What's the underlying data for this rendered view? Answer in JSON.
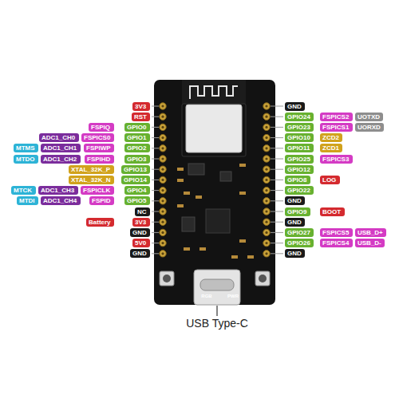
{
  "diagram": {
    "nodes": [
      {
        "text": [
          "3V3"
        ]
      },
      {
        "text": [
          "GND"
        ]
      },
      {
        "text": [
          "RST"
        ]
      },
      {
        "text": [
          "GPIO24"
        ]
      },
      {
        "text": [
          "FSPICS2"
        ]
      },
      {
        "text": [
          "UOTXD"
        ]
      },
      {
        "text": [
          "FSPIQ"
        ]
      },
      {
        "text": [
          "GPIO0"
        ]
      },
      {
        "text": [
          "GPIO23"
        ]
      },
      {
        "text": [
          "FSPICS1"
        ]
      },
      {
        "text": [
          "UORXD"
        ]
      },
      {
        "text": [
          "ADC1_CH0"
        ]
      },
      {
        "text": [
          "FSPICS0"
        ]
      },
      {
        "text": [
          "GPIO1"
        ]
      },
      {
        "text": [
          "GPIO10"
        ]
      },
      {
        "text": [
          "ZCD2"
        ]
      },
      {
        "text": [
          "MTMS"
        ]
      },
      {
        "text": [
          "ADC1_CH1"
        ]
      },
      {
        "text": [
          "FSPIWP"
        ]
      },
      {
        "text": [
          "GPIO2"
        ]
      },
      {
        "text": [
          "GPIO11"
        ]
      },
      {
        "text": [
          "ZCD1"
        ]
      },
      {
        "text": [
          "MTDO"
        ]
      },
      {
        "text": [
          "ADC1_CH2"
        ]
      },
      {
        "text": [
          "FSPIHD"
        ]
      },
      {
        "text": [
          "GPIO3"
        ]
      },
      {
        "text": [
          "GPIO25"
        ]
      },
      {
        "text": [
          "FSPICS3"
        ]
      },
      {
        "text": [
          "XTAL_32K_P"
        ]
      },
      {
        "text": [
          "GPIO13"
        ]
      },
      {
        "text": [
          "GPIO12"
        ]
      },
      {
        "text": [
          "XTAL_32K_N"
        ]
      },
      {
        "text": [
          "GPIO14"
        ]
      },
      {
        "text": [
          "GPIO8"
        ]
      },
      {
        "text": [
          "LOG"
        ]
      },
      {
        "text": [
          "MTCK"
        ]
      },
      {
        "text": [
          "ADC1_CH3"
        ]
      },
      {
        "text": [
          "FSPICLK"
        ]
      },
      {
        "text": [
          "GPIO4"
        ]
      },
      {
        "text": [
          "GPIO22"
        ]
      },
      {
        "text": [
          "MTDI"
        ]
      },
      {
        "text": [
          "ADC1_CH4"
        ]
      },
      {
        "text": [
          "FSPID"
        ]
      },
      {
        "text": [
          "GPIO5"
        ]
      },
      {
        "text": [
          "GND"
        ]
      },
      {
        "text": [
          "NC"
        ]
      },
      {
        "text": [
          "GPIO9"
        ]
      },
      {
        "text": [
          "BOOT"
        ]
      },
      {
        "text": [
          "Battery"
        ]
      },
      {
        "text": [
          "3V3"
        ]
      },
      {
        "text": [
          "GND"
        ]
      },
      {
        "text": [
          "GND"
        ]
      },
      {
        "text": [
          "GPIO27"
        ]
      },
      {
        "text": [
          "FSPICS5"
        ]
      },
      {
        "text": [
          "USB_D+"
        ]
      },
      {
        "text": [
          "5V0"
        ]
      },
      {
        "text": [
          "GPIO26"
        ]
      },
      {
        "text": [
          "FSPICS4"
        ]
      },
      {
        "text": [
          "USB_D-"
        ]
      },
      {
        "text": [
          "GND"
        ]
      },
      {
        "text": [
          "GND"
        ]
      }
    ],
    "labels": [
      "USB Type-C",
      "RGB",
      "PWR"
    ]
  }
}
